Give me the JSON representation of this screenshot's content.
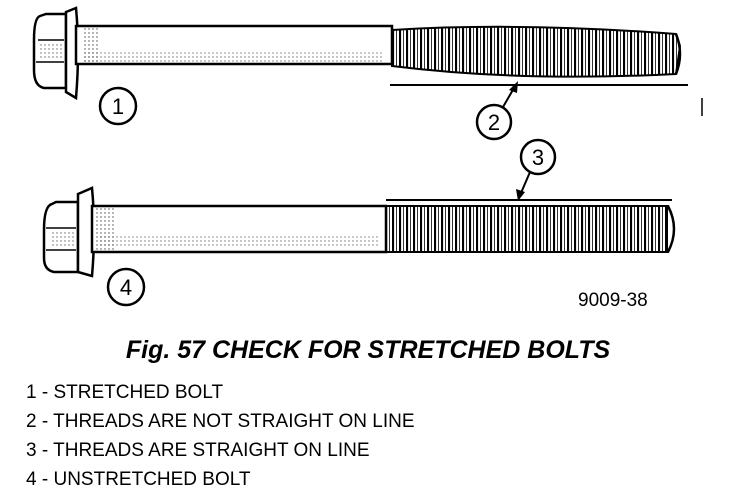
{
  "figure_id": "9009-38",
  "caption": "Fig. 57 CHECK FOR STRETCHED BOLTS",
  "callouts": [
    "1",
    "2",
    "3",
    "4"
  ],
  "legend": [
    {
      "number": "1",
      "separator": " - ",
      "text": "STRETCHED BOLT"
    },
    {
      "number": "2",
      "separator": " - ",
      "text": "THREADS ARE NOT STRAIGHT ON LINE"
    },
    {
      "number": "3",
      "separator": " - ",
      "text": "THREADS ARE STRAIGHT ON LINE"
    },
    {
      "number": "4",
      "separator": " - ",
      "text": "UNSTRETCHED BOLT"
    }
  ]
}
